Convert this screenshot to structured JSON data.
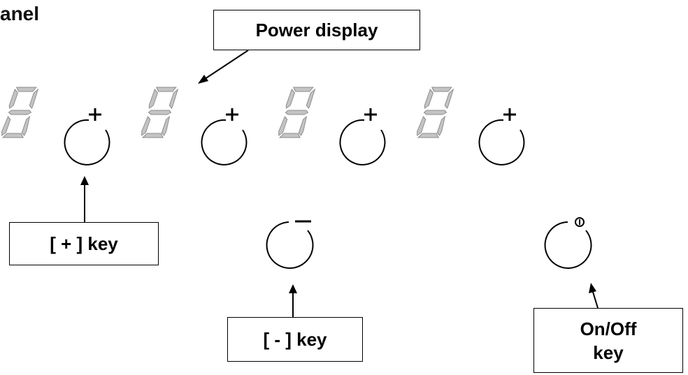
{
  "heading": "anel",
  "callouts": {
    "power_display": "Power display",
    "plus_key": "[ + ] key",
    "minus_key": "[ - ] key",
    "onoff_key_line1": "On/Off",
    "onoff_key_line2": "key"
  },
  "displays": {
    "digit": "8",
    "zone_count": 4
  },
  "key_symbols": {
    "plus": "+",
    "minus": "−",
    "power": "power-icon"
  },
  "colors": {
    "line": "#000000",
    "segment": "#c4c4c4",
    "segment_outline": "#8c8c8c",
    "text": "#000000"
  }
}
